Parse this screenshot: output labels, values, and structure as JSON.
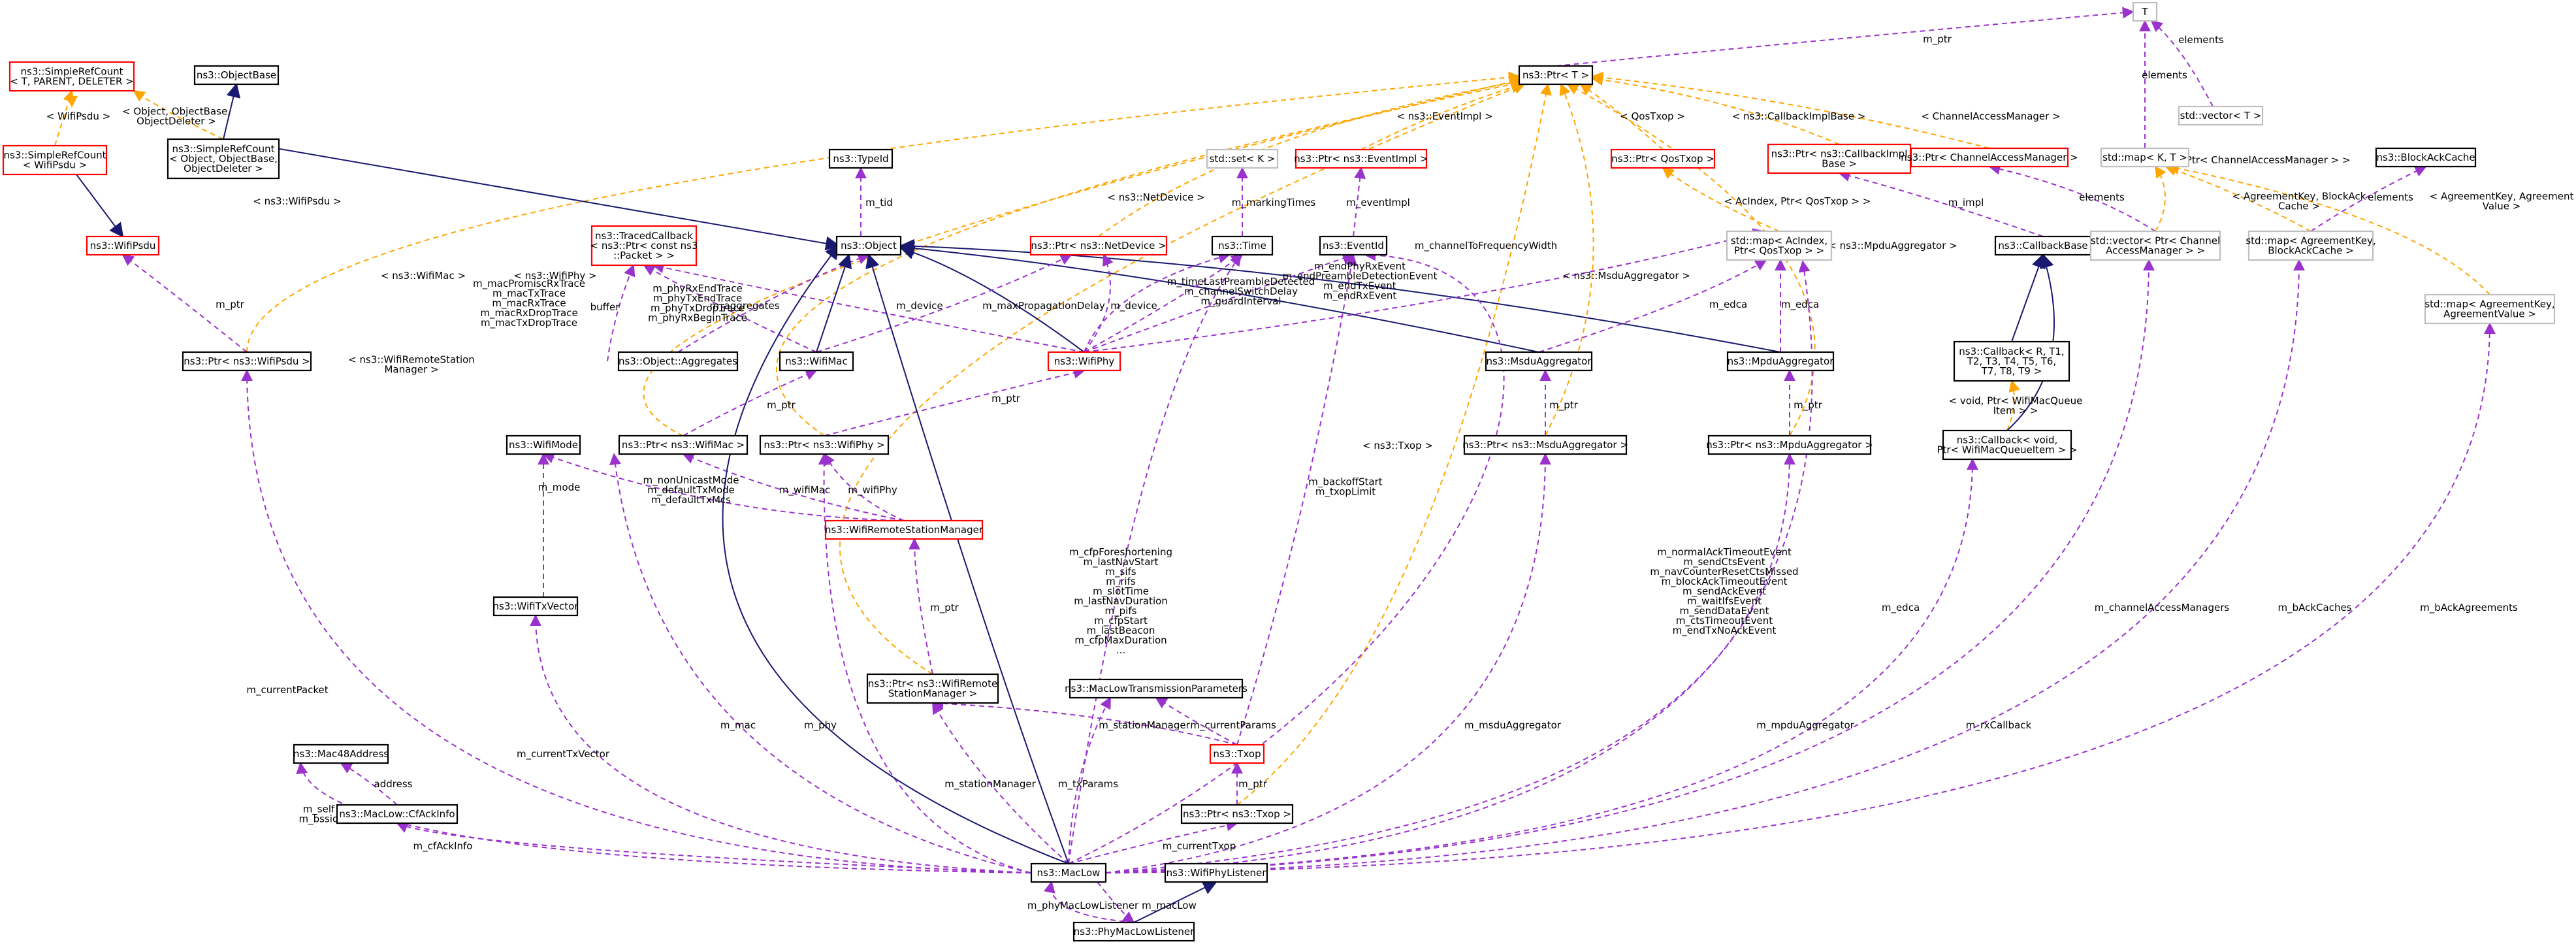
{
  "colors": {
    "uses": "#9a32cd",
    "inherits": "#191970",
    "template": "#ffa500",
    "focus_fill": "#bfbfbf",
    "border_black": "#000000",
    "border_red": "#ff0000",
    "border_grey": "#bfbfbf"
  },
  "nodes": {
    "T": {
      "lines": [
        "T"
      ]
    },
    "std_vector_T": {
      "lines": [
        "std::vector< T >"
      ]
    },
    "std_map_K_T": {
      "lines": [
        "std::map< K, T >"
      ]
    },
    "BlockAckCache": {
      "lines": [
        "ns3::BlockAckCache"
      ]
    },
    "SimpleRefCount_T": {
      "lines": [
        "ns3::SimpleRefCount",
        "< T, PARENT, DELETER >"
      ]
    },
    "ObjectBase": {
      "lines": [
        "ns3::ObjectBase"
      ]
    },
    "Ptr_T": {
      "lines": [
        "ns3::Ptr< T >"
      ]
    },
    "SimpleRefCount_WifiPsdu": {
      "lines": [
        "ns3::SimpleRefCount",
        "< WifiPsdu >"
      ]
    },
    "SimpleRefCount_Object": {
      "lines": [
        "ns3::SimpleRefCount",
        "< Object, ObjectBase,",
        "ObjectDeleter >"
      ]
    },
    "TypeId": {
      "lines": [
        "ns3::TypeId"
      ]
    },
    "std_set_K": {
      "lines": [
        "std::set< K >"
      ]
    },
    "Ptr_EventImpl": {
      "lines": [
        "ns3::Ptr< ns3::EventImpl >"
      ]
    },
    "Ptr_QosTxop": {
      "lines": [
        "ns3::Ptr< QosTxop >"
      ]
    },
    "Ptr_CallbackImplBase": {
      "lines": [
        "ns3::Ptr< ns3::CallbackImpl",
        "Base >"
      ]
    },
    "Ptr_ChannelAccessManager": {
      "lines": [
        "ns3::Ptr< ChannelAccessManager >"
      ]
    },
    "WifiPsdu": {
      "lines": [
        "ns3::WifiPsdu"
      ]
    },
    "TracedCallback": {
      "lines": [
        "ns3::TracedCallback",
        "< ns3::Ptr< const ns3",
        "::Packet > >"
      ]
    },
    "Object": {
      "lines": [
        "ns3::Object"
      ]
    },
    "Ptr_NetDevice": {
      "lines": [
        "ns3::Ptr< ns3::NetDevice >"
      ]
    },
    "Time": {
      "lines": [
        "ns3::Time"
      ]
    },
    "EventId": {
      "lines": [
        "ns3::EventId"
      ]
    },
    "std_map_AcIndex_QosTxop": {
      "lines": [
        "std::map< AcIndex,",
        "Ptr< QosTxop > >"
      ]
    },
    "CallbackBase": {
      "lines": [
        "ns3::CallbackBase"
      ]
    },
    "std_vector_ChannelAccessManager": {
      "lines": [
        "std::vector< Ptr< Channel",
        "AccessManager > >"
      ]
    },
    "std_map_AgreementKey_BlockAckCache": {
      "lines": [
        "std::map< AgreementKey,",
        "BlockAckCache >"
      ]
    },
    "std_map_AgreementKey_AgreementValue": {
      "lines": [
        "std::map< AgreementKey,",
        "AgreementValue >"
      ]
    },
    "Ptr_WifiPsdu": {
      "lines": [
        "ns3::Ptr< ns3::WifiPsdu >"
      ]
    },
    "Object_Aggregates": {
      "lines": [
        "ns3::Object::Aggregates"
      ]
    },
    "WifiMac": {
      "lines": [
        "ns3::WifiMac"
      ]
    },
    "WifiPhy": {
      "lines": [
        "ns3::WifiPhy"
      ]
    },
    "MsduAggregator": {
      "lines": [
        "ns3::MsduAggregator"
      ]
    },
    "MpduAggregator": {
      "lines": [
        "ns3::MpduAggregator"
      ]
    },
    "Callback_R_T1": {
      "lines": [
        "ns3::Callback< R, T1,",
        "T2, T3, T4, T5, T6,",
        "T7, T8, T9 >"
      ]
    },
    "WifiMode": {
      "lines": [
        "ns3::WifiMode"
      ]
    },
    "Ptr_WifiMac": {
      "lines": [
        "ns3::Ptr< ns3::WifiMac >"
      ]
    },
    "Ptr_WifiPhy": {
      "lines": [
        "ns3::Ptr< ns3::WifiPhy >"
      ]
    },
    "Ptr_MsduAggregator": {
      "lines": [
        "ns3::Ptr< ns3::MsduAggregator >"
      ]
    },
    "Ptr_MpduAggregator": {
      "lines": [
        "ns3::Ptr< ns3::MpduAggregator >"
      ]
    },
    "Callback_void_WifiMacQueueItem": {
      "lines": [
        "ns3::Callback< void,",
        "Ptr< WifiMacQueueItem > >"
      ]
    },
    "WifiRemoteStationManager": {
      "lines": [
        "ns3::WifiRemoteStationManager"
      ]
    },
    "WifiTxVector": {
      "lines": [
        "ns3::WifiTxVector"
      ]
    },
    "Ptr_WifiRemoteStationManager": {
      "lines": [
        "ns3::Ptr< ns3::WifiRemote",
        "StationManager >"
      ]
    },
    "MacLowTransmissionParameters": {
      "lines": [
        "ns3::MacLowTransmissionParameters"
      ]
    },
    "Mac48Address": {
      "lines": [
        "ns3::Mac48Address"
      ]
    },
    "Txop": {
      "lines": [
        "ns3::Txop"
      ]
    },
    "MacLow_CfAckInfo": {
      "lines": [
        "ns3::MacLow::CfAckInfo"
      ]
    },
    "Ptr_Txop": {
      "lines": [
        "ns3::Ptr< ns3::Txop >"
      ]
    },
    "MacLow": {
      "lines": [
        "ns3::MacLow"
      ]
    },
    "WifiPhyListener": {
      "lines": [
        "ns3::WifiPhyListener"
      ]
    },
    "PhyMacLowListener": {
      "lines": [
        "ns3::PhyMacLowListener"
      ]
    }
  },
  "edges": {
    "m_ptr_T": [
      "m_ptr"
    ],
    "elements_vector": [
      "elements"
    ],
    "elements_map": [
      "elements"
    ],
    "elements_blockack": [
      "elements"
    ],
    "tmpl_wifipsdu": [
      "< WifiPsdu >"
    ],
    "tmpl_object_objectbase": [
      "< Object, ObjectBase,",
      "ObjectDeleter >"
    ],
    "tmpl_eventimpl": [
      "< ns3::EventImpl >"
    ],
    "tmpl_qostxop": [
      "< QosTxop >"
    ],
    "tmpl_callbackimplbase": [
      "< ns3::CallbackImplBase >"
    ],
    "tmpl_channelaccessmanager": [
      "< ChannelAccessManager >"
    ],
    "tmpl_ptr_channelaccessmanager": [
      "< Ptr< ChannelAccessManager > >"
    ],
    "tmpl_agreementkey_blockackcache": [
      "< AgreementKey, BlockAck",
      "Cache >"
    ],
    "tmpl_agreementkey_agreementvalue": [
      "< AgreementKey, Agreement",
      "Value >"
    ],
    "tmpl_acindex_ptr_qostxop": [
      "< AcIndex, Ptr< QosTxop > >"
    ],
    "tmpl_netdevice": [
      "< ns3::NetDevice >"
    ],
    "tmpl_wifipsdu_ptr": [
      "< ns3::WifiPsdu >"
    ],
    "tmpl_wifimac": [
      "< ns3::WifiMac >"
    ],
    "tmpl_wifiphy": [
      "< ns3::WifiPhy >"
    ],
    "tmpl_wifiremotestationmanager": [
      "< ns3::WifiRemoteStation",
      "Manager >"
    ],
    "tmpl_msduaggregator": [
      "< ns3::MsduAggregator >"
    ],
    "tmpl_mpduaggregator": [
      "< ns3::MpduAggregator >"
    ],
    "tmpl_txop": [
      "< ns3::Txop >"
    ],
    "tmpl_callback_void": [
      "< void, Ptr< WifiMacQueue",
      "Item > >"
    ],
    "m_tid": [
      "m_tid"
    ],
    "m_markingTimes": [
      "m_markingTimes"
    ],
    "m_eventImpl": [
      "m_eventImpl"
    ],
    "m_impl": [
      "m_impl"
    ],
    "m_aggregates": [
      "m_aggregates"
    ],
    "buffer": [
      "buffer"
    ],
    "trace_macs": [
      "m_macPromiscRxTrace",
      "m_macTxTrace",
      "m_macRxTrace",
      "m_macRxDropTrace",
      "m_macTxDropTrace"
    ],
    "trace_phys": [
      "m_phyRxEndTrace",
      "m_phyTxEndTrace",
      "m_phyTxDropTrace",
      "m_phyRxBeginTrace"
    ],
    "m_device_mac": [
      "m_device"
    ],
    "m_maxPropagationDelay": [
      "m_maxPropagationDelay"
    ],
    "m_device_phy": [
      "m_device"
    ],
    "time_phy": [
      "m_timeLastPreambleDetected",
      "m_channelSwitchDelay",
      "m_guardInterval"
    ],
    "events_phy": [
      "m_endPhyRxEvent",
      "m_endPreambleDetectionEvent",
      "m_endTxEvent",
      "m_endRxEvent"
    ],
    "m_channelToFrequencyWidth": [
      "m_channelToFrequencyWidth"
    ],
    "m_edca_msdu": [
      "m_edca"
    ],
    "m_edca_mpdu": [
      "m_edca"
    ],
    "m_ptr_wifipsdu": [
      "m_ptr"
    ],
    "m_ptr_wifimac": [
      "m_ptr"
    ],
    "m_ptr_wifiphy": [
      "m_ptr"
    ],
    "m_ptr_msdu": [
      "m_ptr"
    ],
    "m_ptr_mpdu": [
      "m_ptr"
    ],
    "m_mode": [
      "m_mode"
    ],
    "modes_rsm": [
      "m_nonUnicastMode",
      "m_defaultTxMode",
      "m_defaultTxMcs"
    ],
    "m_wifiMac": [
      "m_wifiMac"
    ],
    "m_wifiPhy": [
      "m_wifiPhy"
    ],
    "m_ptr_rsm": [
      "m_ptr"
    ],
    "backoff": [
      "m_backoffStart",
      "m_txopLimit"
    ],
    "maclow_times": [
      "m_cfpForeshortening",
      "m_lastNavStart",
      "m_sifs",
      "m_rifs",
      "m_slotTime",
      "m_lastNavDuration",
      "m_pifs",
      "m_cfpStart",
      "m_lastBeacon",
      "m_cfpMaxDuration",
      "..."
    ],
    "maclow_events": [
      "m_normalAckTimeoutEvent",
      "m_sendCtsEvent",
      "m_navCounterResetCtsMissed",
      "m_blockAckTimeoutEvent",
      "m_sendAckEvent",
      "m_waitIfsEvent",
      "m_sendDataEvent",
      "m_ctsTimeoutEvent",
      "m_endTxNoAckEvent"
    ],
    "m_currentPacket": [
      "m_currentPacket"
    ],
    "m_mac": [
      "m_mac"
    ],
    "m_phy": [
      "m_phy"
    ],
    "m_currentTxVector": [
      "m_currentTxVector"
    ],
    "m_stationManager_txop": [
      "m_stationManager"
    ],
    "m_currentParams": [
      "m_currentParams"
    ],
    "m_stationManager": [
      "m_stationManager"
    ],
    "m_txParams": [
      "m_txParams"
    ],
    "m_msduAggregator": [
      "m_msduAggregator"
    ],
    "m_mpduAggregator": [
      "m_mpduAggregator"
    ],
    "m_edca_maclow": [
      "m_edca"
    ],
    "m_rxCallback": [
      "m_rxCallback"
    ],
    "m_channelAccessManagers": [
      "m_channelAccessManagers"
    ],
    "m_bAckCaches": [
      "m_bAckCaches"
    ],
    "m_bAckAgreements": [
      "m_bAckAgreements"
    ],
    "address": [
      "address"
    ],
    "self_bssid": [
      "m_self",
      "m_bssid"
    ],
    "m_cfAckInfo": [
      "m_cfAckInfo"
    ],
    "m_ptr_txop": [
      "m_ptr"
    ],
    "m_currentTxop": [
      "m_currentTxop"
    ],
    "m_phyMacLowListener": [
      "m_phyMacLowListener"
    ],
    "m_macLow": [
      "m_macLow"
    ],
    "tmpl_maclow_rsm": [
      "< ns3::WifiRemoteStation",
      "Manager >"
    ],
    "tmpl_ptr_txop_big": [
      "< ns3::Txop >"
    ],
    "tmpl_msdu_ptr": [
      "< ns3::MsduAggregator >"
    ],
    "tmpl_mpdu_ptr": [
      "< ns3::MpduAggregator >"
    ]
  }
}
